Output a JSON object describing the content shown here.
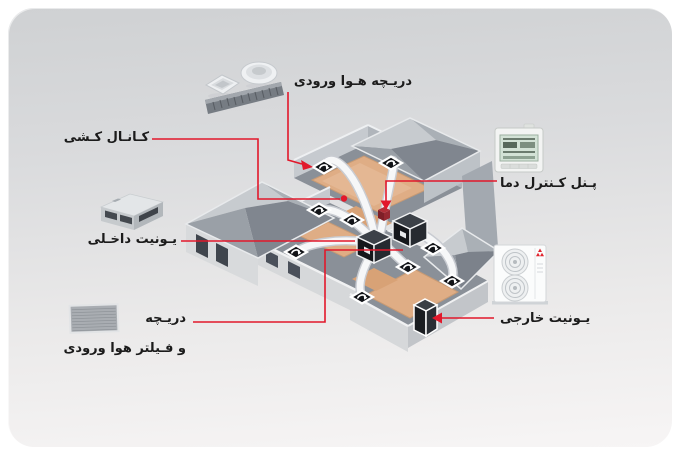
{
  "card": {
    "bg_top": "#cfd1d3",
    "bg_bottom": "#f7f5f5"
  },
  "accent": {
    "annotation_red": "#e2182b",
    "label_text": "#1b1b1b",
    "carpet_tan": "#dfad85",
    "roof_gray": "#8a9098"
  },
  "labels": {
    "air_inlet_vent": "دریـچه هـوا ورودی",
    "duct_work": "کـانـال کـشی",
    "temperature_control_panel": "پـنل کـنترل دما",
    "indoor_unit": "یـونیت داخـلی",
    "inlet_vent_line1": "دریـچه",
    "inlet_vent_line2": "و فـیلتر هوا ورودی",
    "outdoor_unit": "یـونیت خارجی"
  },
  "icons": {
    "square_diffuser": "square-ceiling-diffuser-icon",
    "round_diffuser": "round-ceiling-diffuser-icon",
    "linear_grille": "linear-slot-diffuser-icon",
    "indoor_unit_photo": "ducted-indoor-unit-icon",
    "air_filter_photo": "air-filter-grille-icon",
    "thermostat_photo": "wall-thermostat-icon",
    "outdoor_unit_photo": "outdoor-condenser-unit-icon",
    "ceiling_vent": "ceiling-vent-icon",
    "indoor_unit_box": "indoor-unit-box",
    "outdoor_unit_box": "outdoor-unit-box",
    "wall_thermostat_marker": "wall-thermostat-marker"
  }
}
